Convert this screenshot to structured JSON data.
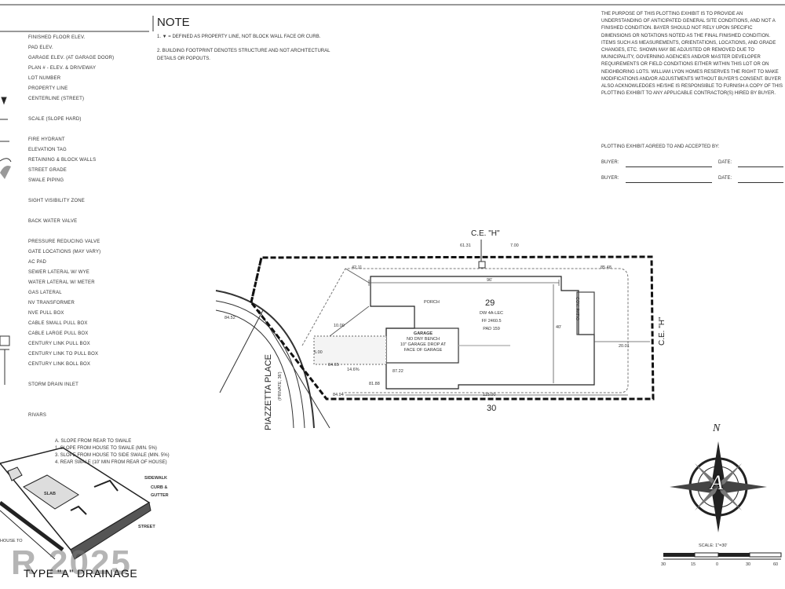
{
  "note": {
    "title": "NOTE",
    "lines": [
      "1. ▼ = DEFINED AS PROPERTY LINE, NOT BLOCK WALL FACE OR CURB.",
      "2. BUILDING FOOTPRINT DENOTES STRUCTURE AND NOT ARCHITECTURAL DETAILS OR POPOUTS."
    ]
  },
  "legend": [
    "FINISHED FLOOR ELEV.",
    "PAD ELEV.",
    "GARAGE ELEV. (AT GARAGE DOOR)",
    "PLAN # - ELEV. & DRIVEWAY",
    "LOT NUMBER",
    "PROPERTY LINE",
    "CENTERLINE (STREET)",
    "",
    "SCALE (SLOPE HARD)",
    "",
    "FIRE HYDRANT",
    "ELEVATION TAG",
    "RETAINING & BLOCK WALLS",
    "STREET GRADE",
    "SWALE PIPING",
    "",
    "SIGHT VISIBILITY ZONE",
    "",
    "BACK WATER VALVE",
    "",
    "PRESSURE REDUCING VALVE",
    "GATE LOCATIONS (MAY VARY)",
    "AC PAD",
    "SEWER LATERAL W/ WYE",
    "WATER LATERAL W/ METER",
    "GAS LATERAL",
    "NV TRANSFORMER",
    "NVE PULL BOX",
    "CABLE SMALL PULL BOX",
    "CABLE LARGE PULL BOX",
    "CENTURY LINK PULL BOX",
    "CENTURY LINK TO PULL BOX",
    "CENTURY LINK BOLL BOX",
    "",
    "STORM DRAIN INLET",
    "",
    "",
    "RIVARS"
  ],
  "disclaimer": "THE PURPOSE OF THIS PLOTTING EXHIBIT IS TO PROVIDE AN UNDERSTANDING OF ANTICIPATED GENERAL SITE CONDITIONS, AND NOT A FINISHED CONDITION. BAYER SHOULD NOT RELY UPON SPECIFIC DIMENSIONS OR NOTATIONS NOTED AS THE FINAL FINISHED CONDITION. ITEMS SUCH AS MEASUREMENTS, ORIENTATIONS, LOCATIONS, AND GRADE CHANGES, ETC. SHOWN MAY BE ADJUSTED OR REMOVED DUE TO MUNICIPALITY, GOVERNING AGENCIES AND/OR MASTER DEVELOPER REQUIREMENTS OR FIELD CONDITIONS EITHER WITHIN THIS LOT OR ON NEIGHBORING LOTS. WILLIAM LYON HOMES RESERVES THE RIGHT TO MAKE MODIFICATIONS AND/OR ADJUSTMENTS WITHOUT BUYER'S CONSENT. BUYER ALSO ACKNOWLEDGES HE/SHE IS RESPONSIBLE TO FURNISH A COPY OF THIS PLOTTING EXHIBIT TO ANY APPLICABLE CONTRACTOR(S) HIRED BY BUYER.",
  "agreement": {
    "text": "PLOTTING EXHIBIT AGREED TO AND ACCEPTED BY:",
    "buyer_label": "BUYER:",
    "date_label": "DATE:"
  },
  "plan": {
    "ce_top": "C.E. \"H\"",
    "ce_right": "C.E. \"H\"",
    "lot_number": "29",
    "lot_sub": [
      "DW 4A-LEC",
      "FF 2460.5",
      "PAD 159"
    ],
    "porch": "PORCH",
    "garage": [
      "GARAGE",
      "NO DNY BENCH",
      "10\" GARAGE DROP AT",
      "FACE OF GARAGE"
    ],
    "street": "PIAZZETTA PLACE",
    "street_sub": "(PRIVATE, 36')",
    "dim_bottom": "30",
    "dim_bottom_sub": "115.00",
    "dim_top": "96'",
    "dim_left_vert": "40'",
    "setback_right": "20.01",
    "cov_patio": "COV. PATIO",
    "elev_tags": [
      "61.31",
      "7.00",
      "42.11",
      "85.48",
      "84.65",
      "81.88",
      "84.94",
      "84.52",
      "87.22",
      "14.6%",
      "5.00",
      "10.00"
    ]
  },
  "drainage": {
    "notes": [
      "A. SLOPE FROM REAR TO SWALE",
      "1. SLOPE FROM HOUSE TO SWALE (MIN. 5%)",
      "3. SLOPE FROM HOUSE TO SIDE SWALE (MIN. 5%)",
      "4. REAR SWALE (10' MIN FROM REAR OF HOUSE)"
    ],
    "labels": [
      "SIDEWALK",
      "CURB & GUTTER",
      "STREET",
      "SLAB",
      "HOUSE TO"
    ],
    "title": "TYPE \"A\" DRAINAGE",
    "watermark": "R 2025"
  },
  "compass": {
    "north": "N",
    "letter": "A"
  },
  "scale": {
    "label": "SCALE: 1\"=30'",
    "ticks": [
      "30",
      "15",
      "0",
      "30",
      "60"
    ]
  }
}
